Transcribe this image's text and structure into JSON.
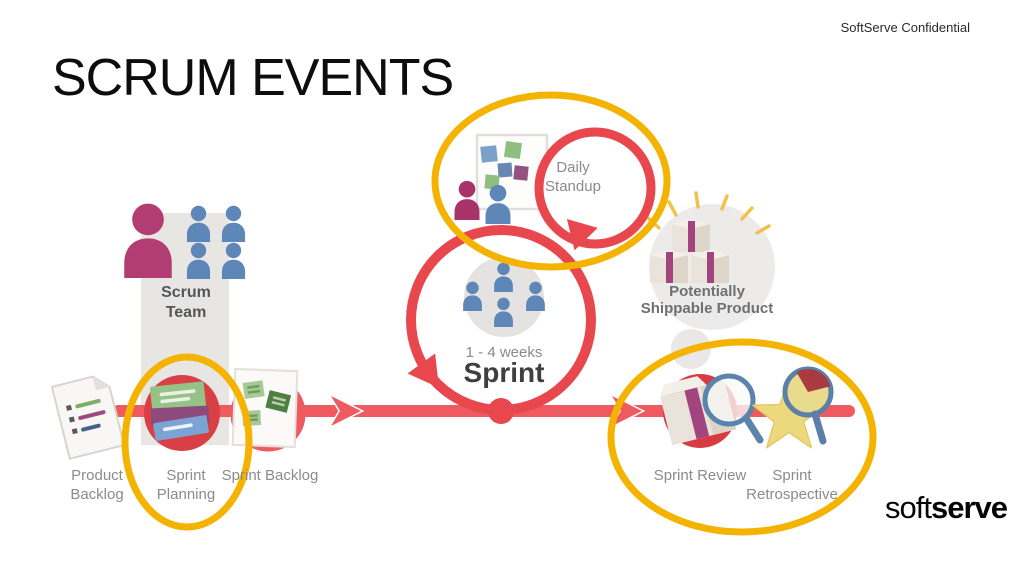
{
  "header": {
    "confidential": "SoftServe Confidential",
    "title": "SCRUM EVENTS"
  },
  "diagram": {
    "labels": {
      "scrum_team": "Scrum Team",
      "product_backlog": "Product Backlog",
      "sprint_planning": "Sprint Planning",
      "sprint_backlog": "Sprint Backlog",
      "daily_standup": "Daily Standup",
      "sprint_duration": "1 - 4 weeks",
      "sprint": "Sprint",
      "shippable_product": "Potentially Shippable Product",
      "sprint_review": "Sprint Review",
      "sprint_retrospective": "Sprint Retrospective"
    }
  },
  "logo": {
    "soft": "soft",
    "serve": "serve"
  },
  "colors": {
    "highlight_yellow": "#f4b301",
    "cycle_red": "#e8474d",
    "timeline_red": "#ee5a5f",
    "owner_magenta": "#b23d72",
    "team_blue": "#5d87b8",
    "ribbon_purple": "#a2457f",
    "label_gray": "#8b8b8e"
  }
}
